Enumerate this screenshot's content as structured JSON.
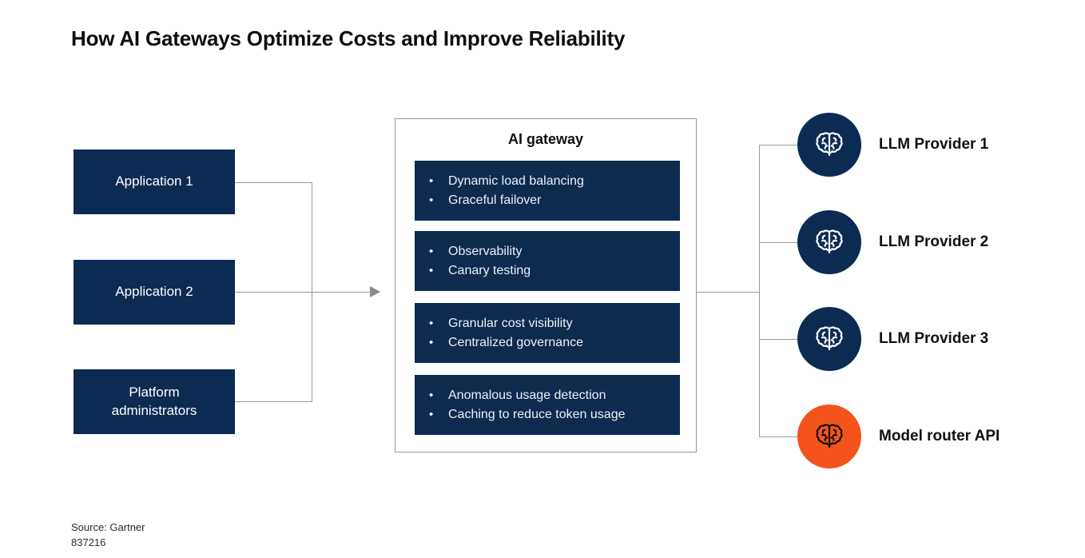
{
  "page": {
    "title": "How AI Gateways Optimize Costs and Improve Reliability"
  },
  "colors": {
    "navy": "#0B2B52",
    "card_navy": "#0C2B4F",
    "orange": "#F4531B",
    "connector_gray": "#9a9a9a",
    "panel_border": "#8C99AE",
    "white": "#FFFFFF",
    "black": "#111111"
  },
  "left_column": {
    "boxes": [
      {
        "label": "Application 1"
      },
      {
        "label": "Application 2"
      },
      {
        "label": "Platform\nadministrators",
        "line1": "Platform",
        "line2": "administrators"
      }
    ]
  },
  "gateway": {
    "heading": "AI gateway",
    "bullet_glyph": "•",
    "cards": [
      {
        "bullets": [
          "Dynamic load balancing",
          "Graceful failover"
        ]
      },
      {
        "bullets": [
          "Observability",
          "Canary testing"
        ]
      },
      {
        "bullets": [
          "Granular cost visibility",
          "Centralized governance"
        ]
      },
      {
        "bullets": [
          "Anomalous usage detection",
          "Caching to reduce token usage"
        ]
      }
    ]
  },
  "providers": [
    {
      "label": "LLM Provider 1",
      "icon": "brain-icon",
      "circle_color": "#0B2B52",
      "glyph_color": "#FFFFFF"
    },
    {
      "label": "LLM Provider 2",
      "icon": "brain-icon",
      "circle_color": "#0B2B52",
      "glyph_color": "#FFFFFF"
    },
    {
      "label": "LLM Provider 3",
      "icon": "brain-icon",
      "circle_color": "#0B2B52",
      "glyph_color": "#FFFFFF"
    },
    {
      "label": "Model router API",
      "icon": "brain-icon",
      "circle_color": "#F4531B",
      "glyph_color": "#111111"
    }
  ],
  "footer": {
    "source": "Source: Gartner",
    "doc_id": "837216"
  }
}
